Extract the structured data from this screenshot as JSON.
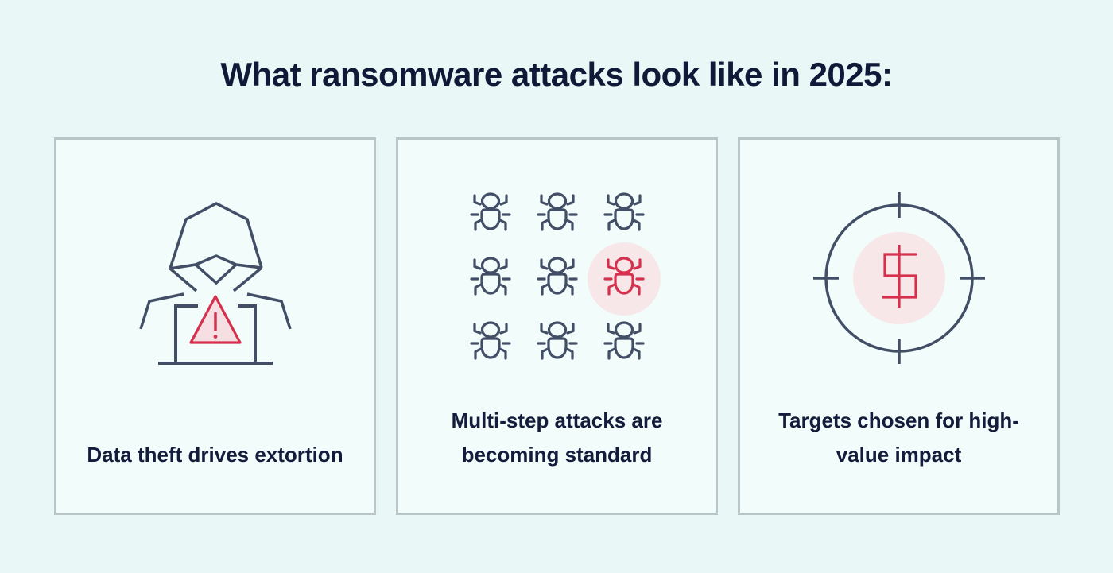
{
  "page": {
    "title": "What ransomware attacks look like in 2025:"
  },
  "colors": {
    "bg": "#e9f8f7",
    "card_bg": "#f1fcfb",
    "card_border": "#b9c6c7",
    "heading": "#101a38",
    "label": "#131c3b",
    "icon_stroke": "#424e66",
    "accent_red": "#d5314e",
    "pink_fill": "#f5dfe3",
    "pink_halo": "#f7e7e9"
  },
  "cards": [
    {
      "icon": "hacker-laptop-warning-icon",
      "label": "Data theft drives extortion"
    },
    {
      "icon": "bug-grid-icon",
      "label": "Multi-step attacks are becoming standard"
    },
    {
      "icon": "crosshair-dollar-icon",
      "label": "Targets chosen for high-value impact"
    }
  ]
}
